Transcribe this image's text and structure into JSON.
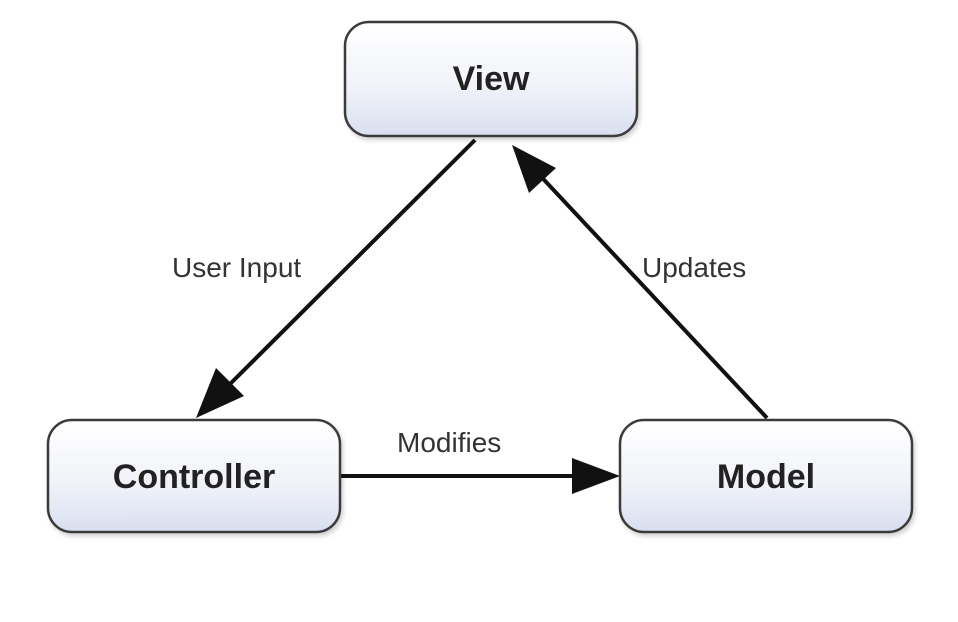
{
  "diagram": {
    "nodes": {
      "view": {
        "label": "View"
      },
      "controller": {
        "label": "Controller"
      },
      "model": {
        "label": "Model"
      }
    },
    "edges": {
      "user_input": {
        "label": "User Input"
      },
      "modifies": {
        "label": "Modifies"
      },
      "updates": {
        "label": "Updates"
      }
    }
  }
}
